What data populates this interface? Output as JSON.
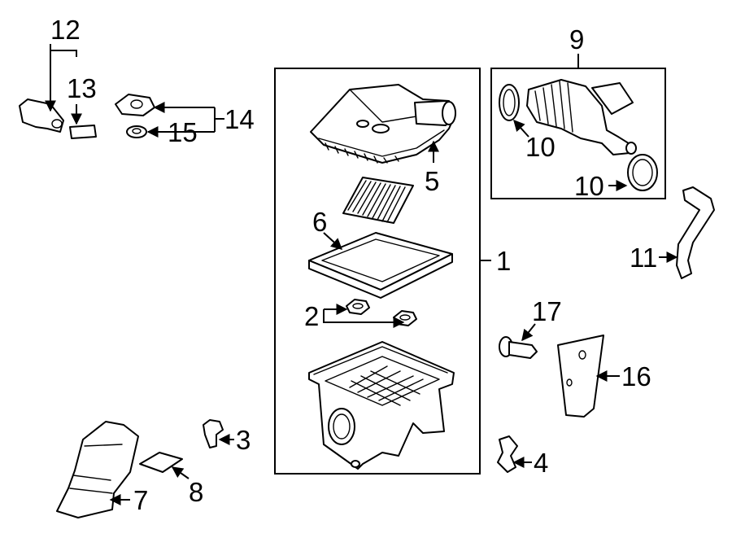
{
  "diagram": {
    "callouts": {
      "c1": "1",
      "c2": "2",
      "c3": "3",
      "c4": "4",
      "c5": "5",
      "c6": "6",
      "c7": "7",
      "c8": "8",
      "c9": "9",
      "c10a": "10",
      "c10b": "10",
      "c11": "11",
      "c12": "12",
      "c13": "13",
      "c14": "14",
      "c15": "15",
      "c16": "16",
      "c17": "17"
    },
    "colors": {
      "ink": "#000000",
      "paper": "#ffffff"
    }
  }
}
